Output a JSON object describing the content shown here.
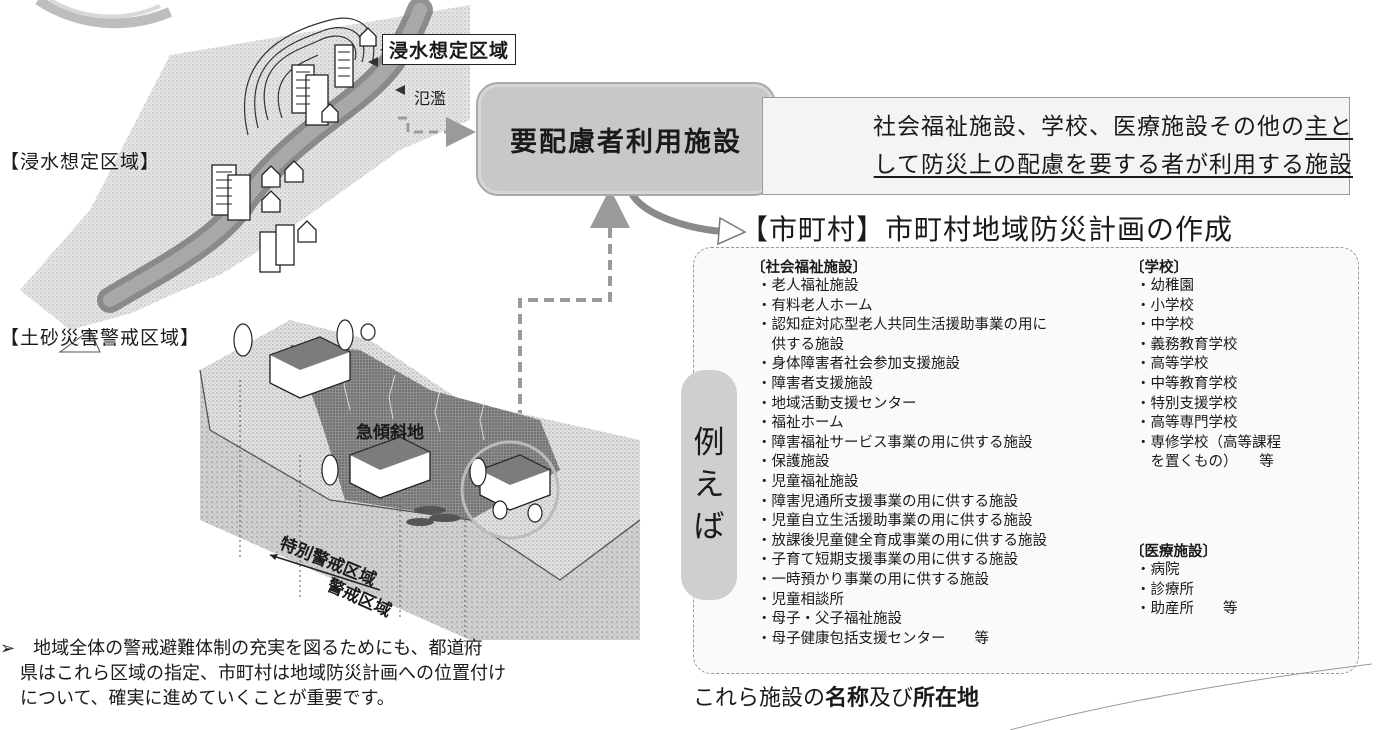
{
  "flood": {
    "section_label": "【浸水想定区域】",
    "box_label": "浸水想定区域",
    "overflow_label": "氾濫"
  },
  "landslide": {
    "section_label": "【土砂災害警戒区域】",
    "steep_slope": "急傾斜地",
    "special_zone": "特別警戒区域",
    "warning_zone": "警戒区域"
  },
  "central": {
    "label": "要配慮者利用施設"
  },
  "definition": {
    "line1_plain": "社会福祉施設、学校、医療施設その他の",
    "line1_underlined": "主と",
    "line2": "して防災上の配慮を要する者が利用する施設"
  },
  "plan": {
    "title": "【市町村】市町村地域防災計画の作成"
  },
  "examples": {
    "badge_chars": [
      "例",
      "え",
      "ば"
    ],
    "welfare": {
      "heading": "〔社会福祉施設〕",
      "items": [
        "・老人福祉施設",
        "・有料老人ホーム",
        "・認知症対応型老人共同生活援助事業の用に",
        "　供する施設",
        "・身体障害者社会参加支援施設",
        "・障害者支援施設",
        "・地域活動支援センター",
        "・福祉ホーム",
        "・障害福祉サービス事業の用に供する施設",
        "・保護施設",
        "・児童福祉施設",
        "・障害児通所支援事業の用に供する施設",
        "・児童自立生活援助事業の用に供する施設",
        "・放課後児童健全育成事業の用に供する施設",
        "・子育て短期支援事業の用に供する施設",
        "・一時預かり事業の用に供する施設",
        "・児童相談所",
        "・母子・父子福祉施設",
        "・母子健康包括支援センター　　等"
      ]
    },
    "school": {
      "heading": "〔学校〕",
      "items": [
        "・幼稚園",
        "・小学校",
        "・中学校",
        "・義務教育学校",
        "・高等学校",
        "・中等教育学校",
        "・特別支援学校",
        "・高等専門学校",
        "・専修学校（高等課程",
        "　を置くもの）　　等"
      ]
    },
    "medical": {
      "heading": "〔医療施設〕",
      "items": [
        "・病院",
        "・診療所",
        "・助産所　　等"
      ]
    }
  },
  "note": {
    "bullet": "➢",
    "line1": "　地域全体の警戒避難体制の充実を図るためにも、都道府",
    "line2": "県はこれら区域の指定、市町村は地域防災計画への位置付け",
    "line3": "について、確実に進めていくことが重要です。"
  },
  "target": {
    "prefix": "これら施設の",
    "name_bold": "名称",
    "middle": "及び",
    "location_bold": "所在地"
  }
}
